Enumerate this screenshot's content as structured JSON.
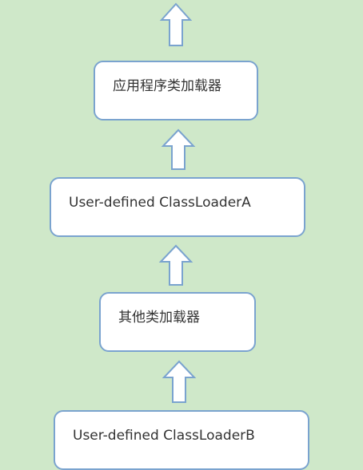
{
  "diagram": {
    "nodes": [
      {
        "label": "应用程序类加载器"
      },
      {
        "label": "User-defined ClassLoaderA"
      },
      {
        "label": "其他类加载器"
      },
      {
        "label": "User-defined ClassLoaderB"
      }
    ],
    "arrow_direction": "up",
    "colors": {
      "background": "#cfe8c9",
      "box_fill": "#ffffff",
      "box_border": "#7aa3cf",
      "arrow_fill": "#ffffff",
      "arrow_border": "#7aa3cf",
      "text": "#333333"
    }
  }
}
